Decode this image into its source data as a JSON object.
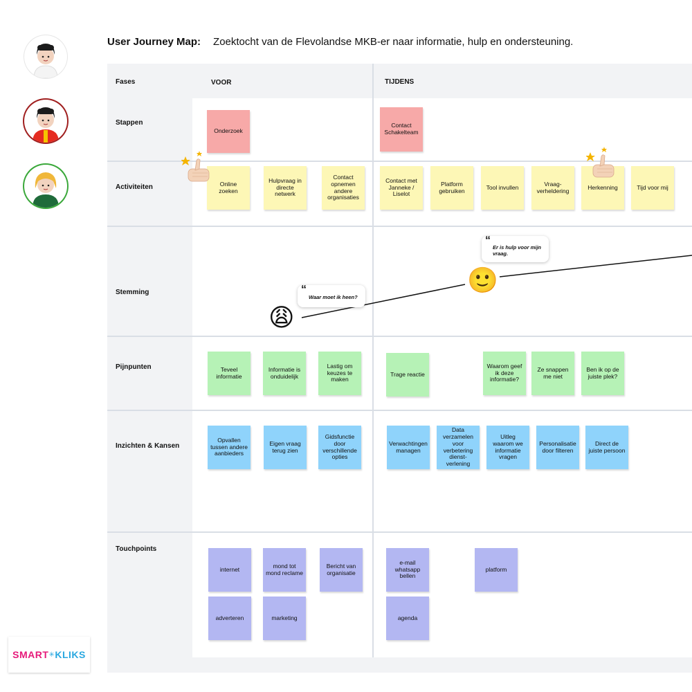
{
  "header": {
    "title_prefix": "User Journey Map:",
    "title_text": "Zoektocht van de Flevolandse MKB-er naar informatie, hulp en ondersteuning."
  },
  "rows": {
    "fases": "Fases",
    "stappen": "Stappen",
    "activiteiten": "Activiteiten",
    "stemming": "Stemming",
    "pijnpunten": "Pijnpunten",
    "inzichten": "Inzichten & Kansen",
    "touchpoints": "Touchpoints"
  },
  "phases": {
    "voor": "VOOR",
    "tijdens": "TIJDENS"
  },
  "stappen": {
    "voor": "Onderzoek",
    "tijdens": "Contact Schakelteam"
  },
  "activiteiten": {
    "voor": [
      "Online zoeken",
      "Hulpvraag in directe netwerk",
      "Contact opnemen andere organisaties"
    ],
    "tijdens": [
      "Contact met Janneke / Liselot",
      "Platform gebruiken",
      "Tool invullen",
      "Vraag-verheldering",
      "Herkenning",
      "Tijd voor mij"
    ]
  },
  "stemming": {
    "quote_low": "Waar moet ik heen?",
    "quote_high": "Er is hulp voor mijn vraag.",
    "emoji_low": "😩",
    "emoji_high": "🙂"
  },
  "pijnpunten": {
    "voor": [
      "Teveel informatie",
      "Informatie is onduidelijk",
      "Lastig om keuzes te maken"
    ],
    "tijdens": [
      "Trage reactie",
      "Waarom geef ik deze informatie?",
      "Ze snappen me niet",
      "Ben ik op de juiste plek?"
    ]
  },
  "inzichten": {
    "voor": [
      "Opvallen tussen andere aanbieders",
      "Eigen vraag terug zien",
      "Gidsfunctie door verschillende opties"
    ],
    "tijdens": [
      "Verwachtingen managen",
      "Data verzamelen voor verbetering dienst-verlening",
      "Uitleg waarom we informatie vragen",
      "Personalisatie door filteren",
      "Direct de juiste persoon"
    ]
  },
  "touchpoints": {
    "voor_row1": [
      "internet",
      "mond tot mond reclame",
      "Bericht van organisatie"
    ],
    "voor_row2": [
      "adverteren",
      "marketing"
    ],
    "tijdens_row1": [
      "e-mail whatsapp bellen",
      "platform"
    ],
    "tijdens_row2": [
      "agenda"
    ]
  },
  "logo": {
    "part1": "SMART",
    "part2": "KLIKS"
  },
  "colors": {
    "pink": "#f7a9a8",
    "yellow": "#fdf7b6",
    "green": "#b6f2b6",
    "blue": "#8fd3fb",
    "purple": "#b3b7f2"
  },
  "icons": [
    "persona-avatar-white",
    "persona-avatar-red",
    "persona-avatar-green",
    "thumbs-up-icon",
    "star-icon"
  ]
}
